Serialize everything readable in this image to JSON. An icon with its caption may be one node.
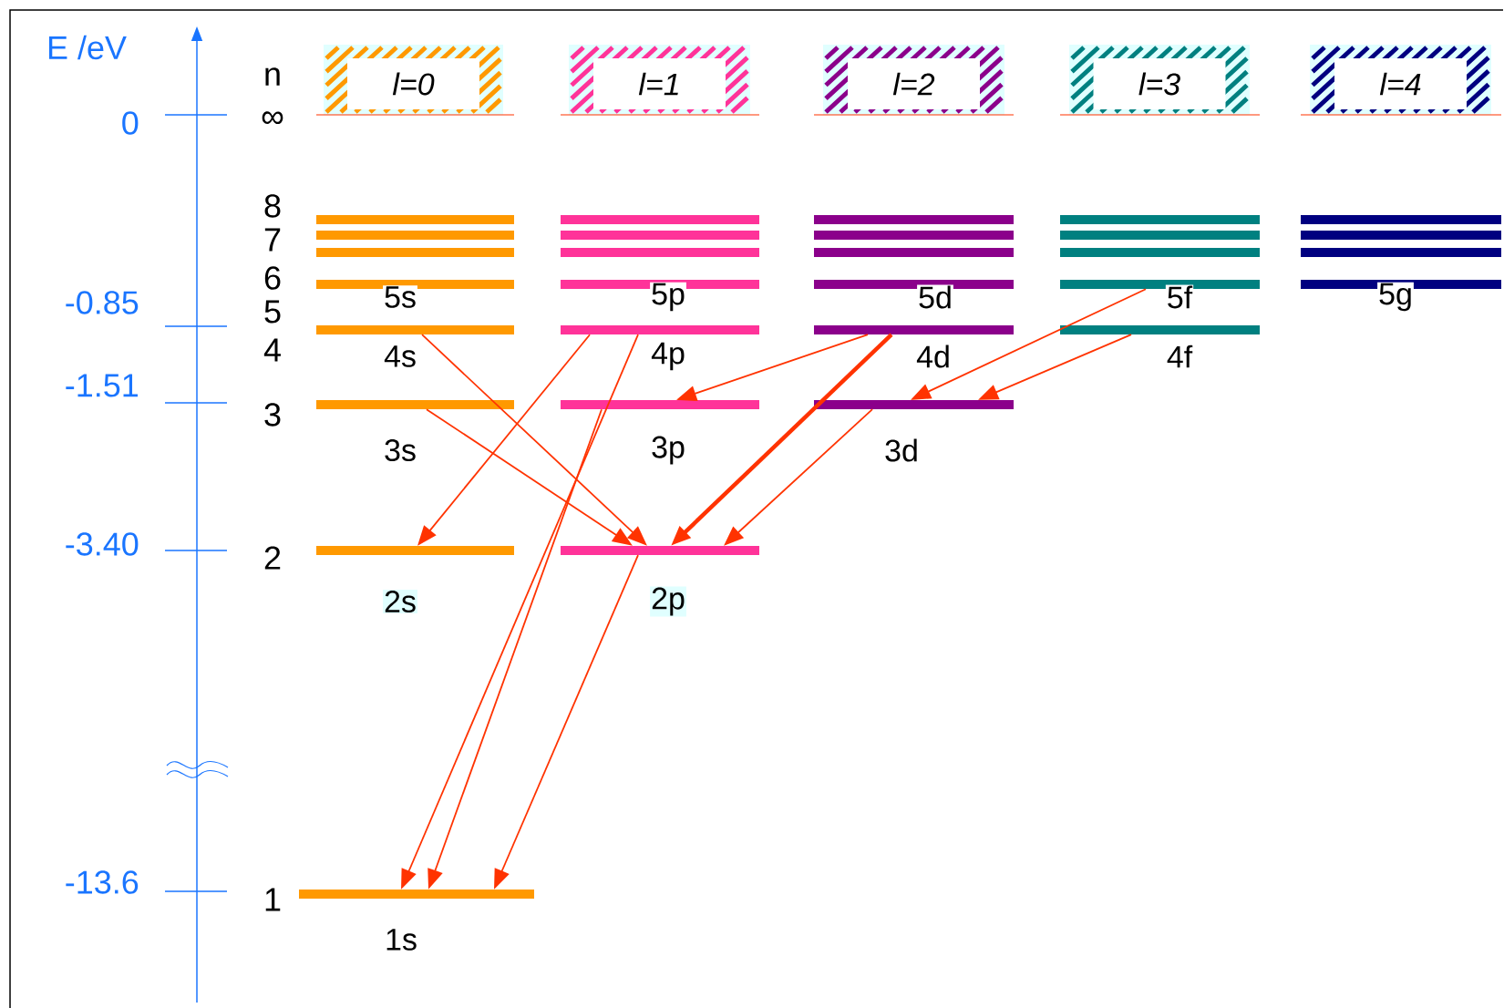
{
  "diagram": {
    "nodes": [
      {
        "text": [
          "l=0"
        ]
      },
      {
        "text": [
          "l=1"
        ]
      },
      {
        "text": [
          "l=2"
        ]
      },
      {
        "text": [
          "l=3"
        ]
      },
      {
        "text": [
          "l=4"
        ]
      },
      {
        "text": [],
        "shape": "bar"
      },
      {
        "text": [],
        "shape": "bar"
      },
      {
        "text": [],
        "shape": "bar"
      },
      {
        "text": [],
        "shape": "bar"
      },
      {
        "text": [],
        "shape": "bar"
      },
      {
        "text": [],
        "shape": "bar"
      },
      {
        "text": [],
        "shape": "bar"
      },
      {
        "text": [],
        "shape": "bar"
      },
      {
        "text": [],
        "shape": "bar"
      },
      {
        "text": [],
        "shape": "bar"
      },
      {
        "text": [],
        "shape": "bar"
      },
      {
        "text": [],
        "shape": "bar"
      },
      {
        "text": [],
        "shape": "bar"
      },
      {
        "text": [],
        "shape": "bar"
      },
      {
        "text": [],
        "shape": "bar"
      },
      {
        "text": [
          "5s"
        ]
      },
      {
        "text": [
          "5p"
        ]
      },
      {
        "text": [
          "5d"
        ]
      },
      {
        "text": [
          "5f"
        ]
      },
      {
        "text": [
          "5g"
        ]
      },
      {
        "text": [
          "4s"
        ]
      },
      {
        "text": [
          "4p"
        ]
      },
      {
        "text": [
          "4d"
        ]
      },
      {
        "text": [
          "4f"
        ]
      },
      {
        "text": [
          "3s"
        ]
      },
      {
        "text": [
          "3p"
        ]
      },
      {
        "text": [
          "3d"
        ]
      },
      {
        "text": [
          "2s"
        ]
      },
      {
        "text": [
          "2p"
        ]
      },
      {
        "text": [
          "1s"
        ]
      }
    ],
    "edges": [
      {
        "from": 25,
        "to": 33,
        "arrow": "to"
      },
      {
        "from": 29,
        "to": 33,
        "arrow": "to"
      },
      {
        "from": 26,
        "to": 32,
        "arrow": "to"
      },
      {
        "from": 26,
        "to": 34,
        "arrow": "to"
      },
      {
        "from": 30,
        "to": 34,
        "arrow": "to"
      },
      {
        "from": 33,
        "to": 34,
        "arrow": "to"
      },
      {
        "from": 27,
        "to": 30,
        "arrow": "to"
      },
      {
        "from": 27,
        "to": 33,
        "arrow": "to",
        "style": "thick"
      },
      {
        "from": 31,
        "to": 33,
        "arrow": "to"
      },
      {
        "from": 23,
        "to": 31,
        "arrow": "to"
      },
      {
        "from": 28,
        "to": 31,
        "arrow": "to"
      }
    ],
    "labels": [
      "E /eV",
      "0",
      "-0.85",
      "-1.51",
      "-3.40",
      "-13.6",
      "n",
      "∞",
      "8",
      "7",
      "6",
      "5",
      "4",
      "3",
      "2",
      "1"
    ]
  }
}
